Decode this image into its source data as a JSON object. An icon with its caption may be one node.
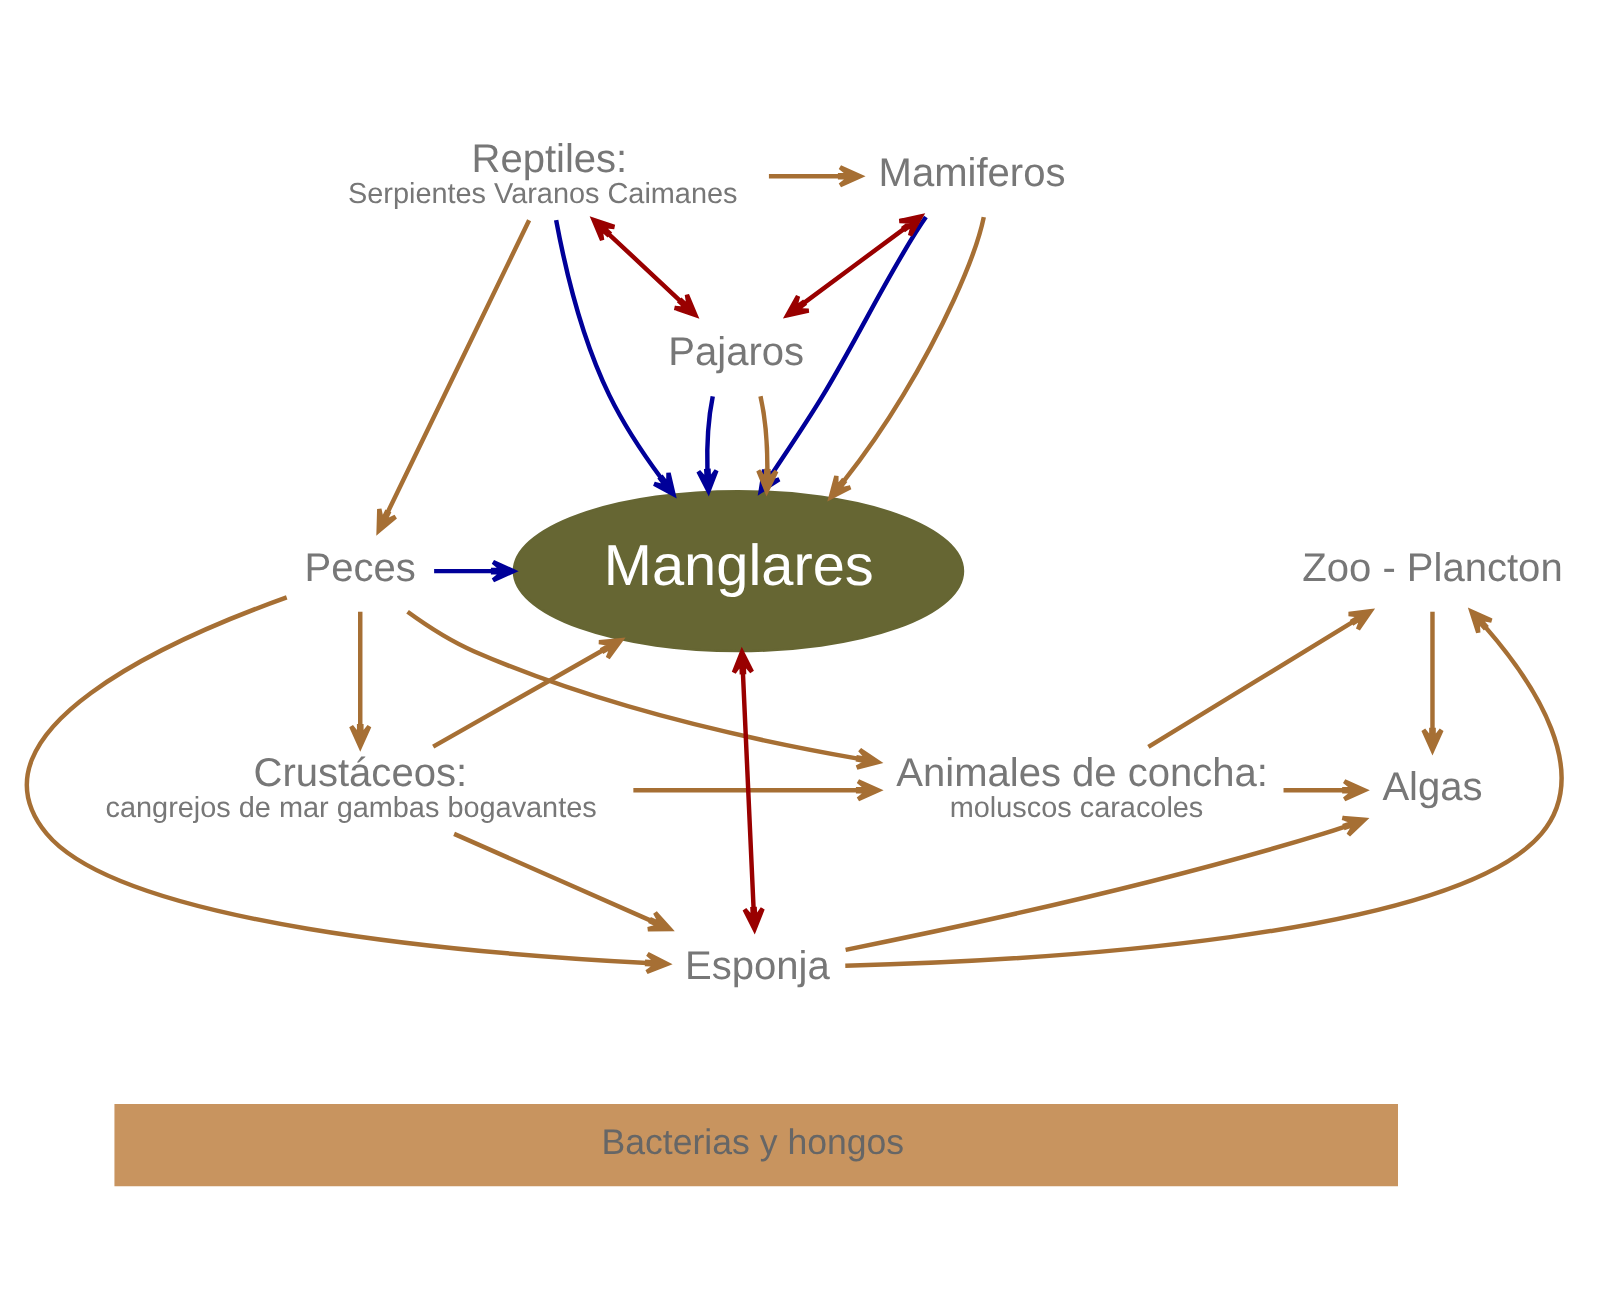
{
  "diagram": {
    "nodes": [
      {
        "text": [
          "Reptiles:",
          "Serpientes Varanos Caimanes"
        ]
      },
      {
        "text": [
          "Mamiferos"
        ]
      },
      {
        "text": [
          "Pajaros"
        ]
      },
      {
        "text": [
          "Manglares"
        ]
      },
      {
        "text": [
          "Peces"
        ]
      },
      {
        "text": [
          "Zoo - Plancton"
        ]
      },
      {
        "text": [
          "Crustáceos:",
          "cangrejos de mar gambas bogavantes"
        ]
      },
      {
        "text": [
          "Animales de concha:",
          "moluscos caracoles"
        ]
      },
      {
        "text": [
          "Algas"
        ]
      },
      {
        "text": [
          "Esponja"
        ]
      },
      {
        "text": [
          "Bacterias y hongos"
        ]
      }
    ],
    "edges": [
      {
        "from": 0,
        "to": 1,
        "arrow": "to"
      },
      {
        "from": 0,
        "to": 2,
        "arrow": "both",
        "color": "#990000"
      },
      {
        "from": 2,
        "to": 1,
        "arrow": "both",
        "color": "#990000"
      },
      {
        "from": 0,
        "to": 3,
        "arrow": "to",
        "color": "#000099"
      },
      {
        "from": 1,
        "to": 3,
        "arrow": "to",
        "color": "#000099"
      },
      {
        "from": 1,
        "to": 3,
        "arrow": "to"
      },
      {
        "from": 2,
        "to": 3,
        "arrow": "to",
        "color": "#000099"
      },
      {
        "from": 2,
        "to": 3,
        "arrow": "to"
      },
      {
        "from": 0,
        "to": 4,
        "arrow": "to"
      },
      {
        "from": 4,
        "to": 3,
        "arrow": "to",
        "color": "#000099"
      },
      {
        "from": 4,
        "to": 6,
        "arrow": "to"
      },
      {
        "from": 4,
        "to": 7,
        "arrow": "to"
      },
      {
        "from": 6,
        "to": 3,
        "arrow": "to"
      },
      {
        "from": 6,
        "to": 7,
        "arrow": "to"
      },
      {
        "from": 7,
        "to": 5,
        "arrow": "to"
      },
      {
        "from": 7,
        "to": 8,
        "arrow": "to"
      },
      {
        "from": 5,
        "to": 8,
        "arrow": "to"
      },
      {
        "from": 9,
        "to": 3,
        "arrow": "both",
        "color": "#990000"
      },
      {
        "from": 6,
        "to": 9,
        "arrow": "to"
      },
      {
        "from": 4,
        "to": 9,
        "arrow": "to"
      },
      {
        "from": 9,
        "to": 8,
        "arrow": "to"
      },
      {
        "from": 9,
        "to": 5,
        "arrow": "to"
      }
    ]
  }
}
